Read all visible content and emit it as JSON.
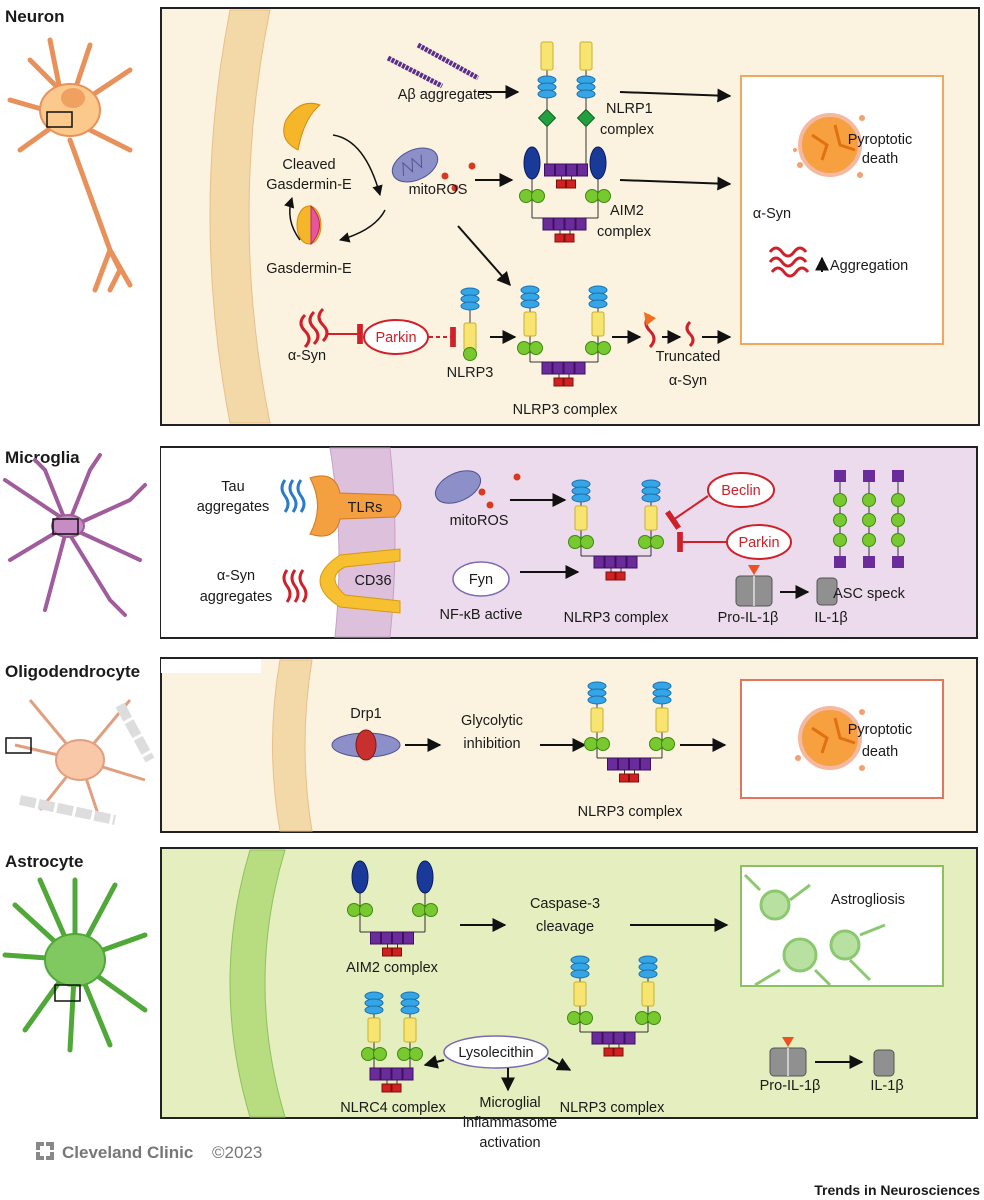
{
  "cells": {
    "neuron": "Neuron",
    "microglia": "Microglia",
    "oligodendrocyte": "Oligodendrocyte",
    "astrocyte": "Astrocyte"
  },
  "neuron_panel": {
    "abeta": "Aβ aggregates",
    "nlrp1": [
      "NLRP1",
      "complex"
    ],
    "cleaved_gsdme": [
      "Cleaved",
      "Gasdermin-E"
    ],
    "mitoros": "mitoROS",
    "aim2": [
      "AIM2",
      "complex"
    ],
    "gsdme": "Gasdermin-E",
    "asyn": "α-Syn",
    "parkin": "Parkin",
    "nlrp3": "NLRP3",
    "nlrp3_complex": "NLRP3 complex",
    "truncated": [
      "Truncated",
      "α-Syn"
    ],
    "pyroptotic": [
      "Pyroptotic",
      "death"
    ],
    "box_asyn": "α-Syn",
    "aggregation": "Aggregation"
  },
  "microglia_panel": {
    "tau": [
      "Tau",
      "aggregates"
    ],
    "tlrs": "TLRs",
    "asyn": [
      "α-Syn",
      "aggregates"
    ],
    "cd36": "CD36",
    "mitoros": "mitoROS",
    "fyn": "Fyn",
    "nfkb": "NF-κB active",
    "nlrp3_complex": "NLRP3 complex",
    "beclin": "Beclin",
    "parkin": "Parkin",
    "pro_il1b": "Pro-IL-1β",
    "il1b": "IL-1β",
    "asc": "ASC speck"
  },
  "oligo_panel": {
    "drp1": "Drp1",
    "glycolytic": [
      "Glycolytic",
      "inhibition"
    ],
    "nlrp3_complex": "NLRP3 complex",
    "pyroptotic": [
      "Pyroptotic",
      "death"
    ]
  },
  "astro_panel": {
    "aim2_complex": "AIM2 complex",
    "caspase": [
      "Caspase-3",
      "cleavage"
    ],
    "astrogliosis": "Astrogliosis",
    "lysolecithin": "Lysolecithin",
    "microglial": [
      "Microglial",
      "inflammasome",
      "activation"
    ],
    "nlrc4_complex": "NLRC4 complex",
    "nlrp3_complex": "NLRP3 complex",
    "pro_il1b": "Pro-IL-1β",
    "il1b": "IL-1β"
  },
  "footer": {
    "brand": "Cleveland Clinic",
    "copyright": "©2023",
    "journal": "Trends in Neurosciences"
  },
  "colors": {
    "neuron_bg": "#fbf3df",
    "microglia_bg": "#ecdbec",
    "oligo_bg": "#fbf3df",
    "astro_bg": "#e4eebf",
    "inhibitor_red": "#d0202a",
    "pyroptotic_box_border": "#f0a860",
    "astro_box_border": "#8cc063"
  }
}
